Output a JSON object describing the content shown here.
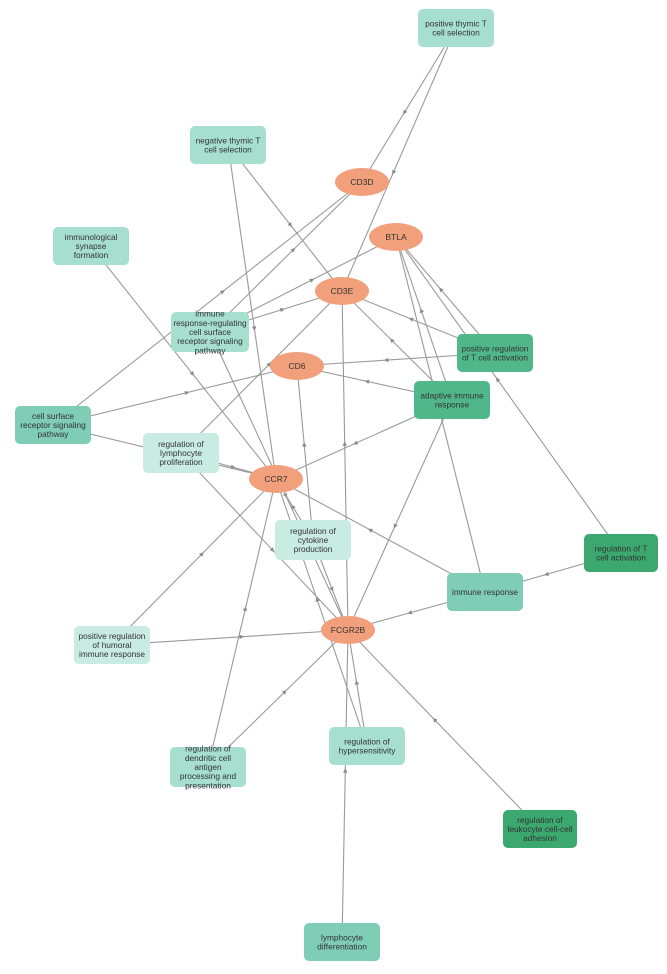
{
  "colors": {
    "gene": "#f2a07b",
    "edge": "#9a9a9a",
    "term_light": "#c8ebe2",
    "term_mid": "#a6dfcf",
    "term_midd": "#7fcdb4",
    "term_dark": "#4fb789",
    "term_darker": "#3aa86f"
  },
  "genes": [
    {
      "id": "CD3D",
      "label": "CD3D"
    },
    {
      "id": "BTLA",
      "label": "BTLA"
    },
    {
      "id": "CD3E",
      "label": "CD3E"
    },
    {
      "id": "CD6",
      "label": "CD6"
    },
    {
      "id": "CCR7",
      "label": "CCR7"
    },
    {
      "id": "FCGR2B",
      "label": "FCGR2B"
    }
  ],
  "terms": [
    {
      "id": "pos_thymic",
      "lines": [
        "positive thymic T",
        "cell selection"
      ],
      "shade": "mid"
    },
    {
      "id": "neg_thymic",
      "lines": [
        "negative thymic T",
        "cell selection"
      ],
      "shade": "mid"
    },
    {
      "id": "synapse",
      "lines": [
        "immunological",
        "synapse",
        "formation"
      ],
      "shade": "mid"
    },
    {
      "id": "irr_receptor",
      "lines": [
        "immune",
        "response-regulating",
        "cell surface",
        "receptor signaling",
        "pathway"
      ],
      "shade": "mid"
    },
    {
      "id": "pos_tcell_act",
      "lines": [
        "positive regulation",
        "of T cell activation"
      ],
      "shade": "dark"
    },
    {
      "id": "adaptive",
      "lines": [
        "adaptive immune",
        "response"
      ],
      "shade": "dark"
    },
    {
      "id": "cell_surface",
      "lines": [
        "cell surface",
        "receptor signaling",
        "pathway"
      ],
      "shade": "midd"
    },
    {
      "id": "lymph_prolif",
      "lines": [
        "regulation of",
        "lymphocyte",
        "proliferation"
      ],
      "shade": "light"
    },
    {
      "id": "cytokine",
      "lines": [
        "regulation of",
        "cytokine",
        "production"
      ],
      "shade": "light"
    },
    {
      "id": "reg_tcell_act",
      "lines": [
        "regulation of T",
        "cell activation"
      ],
      "shade": "darker"
    },
    {
      "id": "immune_resp",
      "lines": [
        "immune response"
      ],
      "shade": "midd"
    },
    {
      "id": "humoral",
      "lines": [
        "positive regulation",
        "of humoral",
        "immune response"
      ],
      "shade": "light"
    },
    {
      "id": "dendritic",
      "lines": [
        "regulation of",
        "dendritic cell",
        "antigen",
        "processing and",
        "presentation"
      ],
      "shade": "mid"
    },
    {
      "id": "hypersens",
      "lines": [
        "regulation of",
        "hypersensitivity"
      ],
      "shade": "mid"
    },
    {
      "id": "leukocyte",
      "lines": [
        "regulation of",
        "leukocyte cell-cell",
        "adhesion"
      ],
      "shade": "darker"
    },
    {
      "id": "lymph_diff",
      "lines": [
        "lymphocyte",
        "differentiation"
      ],
      "shade": "midd"
    }
  ],
  "edges": [
    [
      "pos_thymic",
      "CD3D"
    ],
    [
      "pos_thymic",
      "CD3E"
    ],
    [
      "neg_thymic",
      "CD3E"
    ],
    [
      "neg_thymic",
      "CCR7"
    ],
    [
      "synapse",
      "CCR7"
    ],
    [
      "irr_receptor",
      "CD3D"
    ],
    [
      "irr_receptor",
      "BTLA"
    ],
    [
      "irr_receptor",
      "CD3E"
    ],
    [
      "irr_receptor",
      "FCGR2B"
    ],
    [
      "pos_tcell_act",
      "CD3E"
    ],
    [
      "pos_tcell_act",
      "BTLA"
    ],
    [
      "pos_tcell_act",
      "CD6"
    ],
    [
      "adaptive",
      "CD3E"
    ],
    [
      "adaptive",
      "CD6"
    ],
    [
      "adaptive",
      "BTLA"
    ],
    [
      "adaptive",
      "CCR7"
    ],
    [
      "adaptive",
      "FCGR2B"
    ],
    [
      "cell_surface",
      "CD3D"
    ],
    [
      "cell_surface",
      "CD6"
    ],
    [
      "cell_surface",
      "CCR7"
    ],
    [
      "lymph_prolif",
      "CD3E"
    ],
    [
      "lymph_prolif",
      "CCR7"
    ],
    [
      "lymph_prolif",
      "FCGR2B"
    ],
    [
      "cytokine",
      "CD6"
    ],
    [
      "cytokine",
      "CCR7"
    ],
    [
      "cytokine",
      "FCGR2B"
    ],
    [
      "reg_tcell_act",
      "BTLA"
    ],
    [
      "reg_tcell_act",
      "immune_resp"
    ],
    [
      "immune_resp",
      "CCR7"
    ],
    [
      "immune_resp",
      "FCGR2B"
    ],
    [
      "immune_resp",
      "BTLA"
    ],
    [
      "humoral",
      "FCGR2B"
    ],
    [
      "humoral",
      "CCR7"
    ],
    [
      "dendritic",
      "CCR7"
    ],
    [
      "dendritic",
      "FCGR2B"
    ],
    [
      "hypersens",
      "CCR7"
    ],
    [
      "hypersens",
      "FCGR2B"
    ],
    [
      "leukocyte",
      "FCGR2B"
    ],
    [
      "lymph_diff",
      "FCGR2B"
    ],
    [
      "FCGR2B",
      "CD3E"
    ]
  ]
}
